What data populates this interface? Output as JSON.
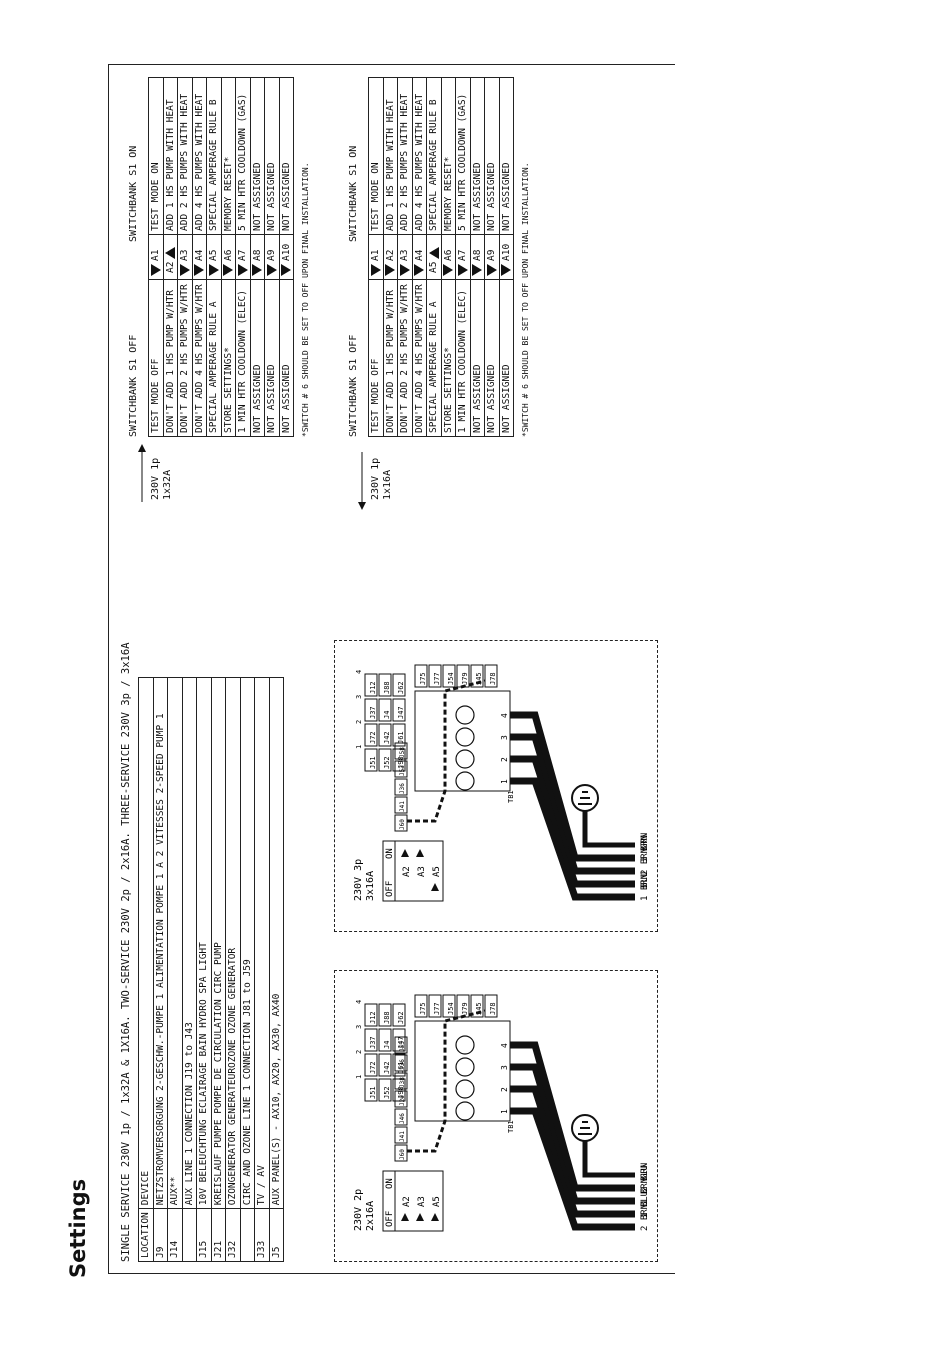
{
  "page": {
    "title": "Settings"
  },
  "service_heading": "SINGLE SERVICE 230V 1p / 1x32A & 1X16A. TWO-SERVICE 230V 2p / 2x16A. THREE-SERVICE 230V 3p / 3x16A",
  "location_table": {
    "headers": [
      "LOCATION",
      "DEVICE"
    ],
    "rows": [
      {
        "loc": "J9",
        "dev": "NETZSTROMVERSORGUNG 2-GESCHW.-PUMPE 1  ALIMENTATION POMPE 1 A 2 VITESSES  2-SPEED PUMP 1"
      },
      {
        "loc": "J14",
        "dev": "AUX**"
      },
      {
        "loc": "",
        "dev": "AUX LINE 1 CONNECTION                    J19 to J43"
      },
      {
        "loc": "J15",
        "dev": "10V BELEUCHTUNG  ECLAIRAGE BAIN HYDRO  SPA LIGHT"
      },
      {
        "loc": "J21",
        "dev": "KREISLAUF PUMPE  POMPE DE CIRCULATION  CIRC PUMP"
      },
      {
        "loc": "J32",
        "dev": "OZONGENERATOR  GENERATEUROZONE  OZONE GENERATOR"
      },
      {
        "loc": "",
        "dev": "CIRC AND OZONE LINE 1 CONNECTION                J81 to J59"
      },
      {
        "loc": "J33",
        "dev": "TV / AV"
      },
      {
        "loc": "J5",
        "dev": "AUX PANEL(S) - AX10, AX20, AX30, AX40"
      }
    ]
  },
  "switchbanks": [
    {
      "supply": "230V 1p",
      "breaker": "1x32A",
      "off_heading": "SWITCHBANK S1 OFF",
      "on_heading": "SWITCHBANK S1 ON",
      "note": "*SWITCH # 6 SHOULD BE SET TO OFF UPON FINAL INSTALLATION.",
      "rows": [
        {
          "off": "TEST MODE OFF",
          "id": "A1",
          "pos": "off",
          "on": "TEST MODE ON"
        },
        {
          "off": "DON'T ADD 1 HS PUMP W/HTR",
          "id": "A2",
          "pos": "on",
          "on": "ADD 1 HS PUMP WITH HEAT"
        },
        {
          "off": "DON'T ADD 2 HS PUMPS W/HTR",
          "id": "A3",
          "pos": "off",
          "on": "ADD 2 HS PUMPS WITH HEAT"
        },
        {
          "off": "DON'T ADD 4 HS PUMPS W/HTR",
          "id": "A4",
          "pos": "off",
          "on": "ADD 4 HS PUMPS WITH HEAT"
        },
        {
          "off": "SPECIAL AMPERAGE RULE A",
          "id": "A5",
          "pos": "off",
          "on": "SPECIAL AMPERAGE RULE B"
        },
        {
          "off": "STORE SETTINGS*",
          "id": "A6",
          "pos": "off",
          "on": "MEMORY RESET*"
        },
        {
          "off": "1 MIN HTR COOLDOWN (ELEC)",
          "id": "A7",
          "pos": "off",
          "on": "5 MIN HTR COOLDOWN (GAS)"
        },
        {
          "off": "NOT ASSIGNED",
          "id": "A8",
          "pos": "off",
          "on": "NOT ASSIGNED"
        },
        {
          "off": "NOT ASSIGNED",
          "id": "A9",
          "pos": "off",
          "on": "NOT ASSIGNED"
        },
        {
          "off": "NOT ASSIGNED",
          "id": "A10",
          "pos": "off",
          "on": "NOT ASSIGNED"
        }
      ]
    },
    {
      "supply": "230V 1p",
      "breaker": "1x16A",
      "off_heading": "SWITCHBANK S1 OFF",
      "on_heading": "SWITCHBANK S1 ON",
      "note": "*SWITCH # 6 SHOULD BE SET TO OFF UPON FINAL INSTALLATION.",
      "rows": [
        {
          "off": "TEST MODE OFF",
          "id": "A1",
          "pos": "off",
          "on": "TEST MODE ON"
        },
        {
          "off": "DON'T ADD 1 HS PUMP W/HTR",
          "id": "A2",
          "pos": "off",
          "on": "ADD 1 HS PUMP WITH HEAT"
        },
        {
          "off": "DON'T ADD 2 HS PUMPS W/HTR",
          "id": "A3",
          "pos": "off",
          "on": "ADD 2 HS PUMPS WITH HEAT"
        },
        {
          "off": "DON'T ADD 4 HS PUMPS W/HTR",
          "id": "A4",
          "pos": "off",
          "on": "ADD 4 HS PUMPS WITH HEAT"
        },
        {
          "off": "SPECIAL AMPERAGE RULE A",
          "id": "A5",
          "pos": "on",
          "on": "SPECIAL AMPERAGE RULE B"
        },
        {
          "off": "STORE SETTINGS*",
          "id": "A6",
          "pos": "off",
          "on": "MEMORY RESET*"
        },
        {
          "off": "1 MIN HTR COOLDOWN (ELEC)",
          "id": "A7",
          "pos": "off",
          "on": "5 MIN HTR COOLDOWN (GAS)"
        },
        {
          "off": "NOT ASSIGNED",
          "id": "A8",
          "pos": "off",
          "on": "NOT ASSIGNED"
        },
        {
          "off": "NOT ASSIGNED",
          "id": "A9",
          "pos": "off",
          "on": "NOT ASSIGNED"
        },
        {
          "off": "NOT ASSIGNED",
          "id": "A10",
          "pos": "off",
          "on": "NOT ASSIGNED"
        }
      ]
    }
  ],
  "wiring": [
    {
      "supply": "230V 2p",
      "breaker": "2x16A",
      "switch_off": "OFF",
      "switch_on": "ON",
      "switches": [
        {
          "id": "A2",
          "pos": "off"
        },
        {
          "id": "A3",
          "pos": "off"
        },
        {
          "id": "A5",
          "pos": "off"
        }
      ],
      "wires": [
        "2 BRN",
        "1 BLU",
        "1 BRN",
        "2 BLU",
        "GRN"
      ],
      "terminal_block": "TB1",
      "terminals": [
        "1",
        "2",
        "3",
        "4"
      ],
      "connectors_left": [
        "J51",
        "J52",
        "J98"
      ],
      "connectors_mid1": [
        "J72",
        "J42",
        "J61"
      ],
      "connectors_mid2": [
        "J37",
        "J4",
        "J47"
      ],
      "connectors_mid3": [
        "J12",
        "J88",
        "J62"
      ],
      "connectors_right": [
        "J75",
        "J77",
        "J54",
        "J79",
        "J45",
        "J78"
      ],
      "jumpers": [
        "J60",
        "J41",
        "J46",
        "J20",
        "J38",
        "J36",
        "J53"
      ],
      "column_labels": [
        "1",
        "2",
        "3",
        "4"
      ]
    },
    {
      "supply": "230V 3p",
      "breaker": "3x16A",
      "switch_off": "OFF",
      "switch_on": "ON",
      "switches": [
        {
          "id": "A2",
          "pos": "on"
        },
        {
          "id": "A3",
          "pos": "on"
        },
        {
          "id": "A5",
          "pos": "off"
        }
      ],
      "wires": [
        "1 BRN",
        "BLU",
        "2 BRN",
        "3 BRN",
        "GRN"
      ],
      "terminal_block": "TB1",
      "terminals": [
        "1",
        "2",
        "3",
        "4"
      ],
      "connectors_left": [
        "J51",
        "J52",
        "J98"
      ],
      "connectors_mid1": [
        "J72",
        "J42",
        "J61"
      ],
      "connectors_mid2": [
        "J37",
        "J4",
        "J47"
      ],
      "connectors_mid3": [
        "J12",
        "J88",
        "J62"
      ],
      "connectors_right": [
        "J75",
        "J77",
        "J54",
        "J79",
        "J45",
        "J78"
      ],
      "jumpers": [
        "J60",
        "J41",
        "J36",
        "J53",
        "J58"
      ],
      "column_labels": [
        "1",
        "2",
        "3",
        "4"
      ]
    }
  ]
}
